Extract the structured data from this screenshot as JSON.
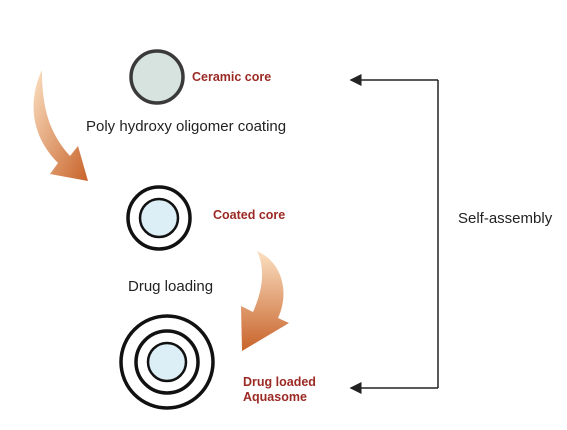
{
  "stages": {
    "ceramic_core": {
      "label": "Ceramic core"
    },
    "coating_step": {
      "label": "Poly hydroxy oligomer coating"
    },
    "coated_core": {
      "label": "Coated core"
    },
    "loading_step": {
      "label": "Drug loading"
    },
    "drug_loaded": {
      "label_line1": "Drug loaded",
      "label_line2": "Aquasome"
    }
  },
  "process": {
    "label": "Self-assembly"
  },
  "colors": {
    "label_red": "#9b2a25",
    "core_fill_grey": "#d7e3df",
    "core_fill_blue": "#dceef6",
    "ring_stroke": "#111111",
    "ceramic_stroke": "#3a3a3a",
    "arrow_dark": "#c8632a",
    "arrow_light": "#fbe0c2",
    "connector": "#222222"
  }
}
